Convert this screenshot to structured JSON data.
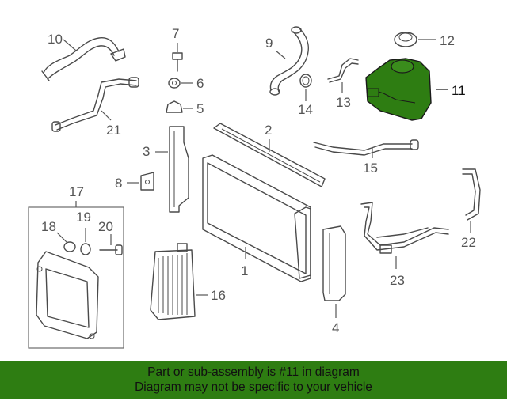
{
  "callouts": {
    "c1": "1",
    "c2": "2",
    "c3": "3",
    "c4": "4",
    "c5": "5",
    "c6": "6",
    "c7": "7",
    "c8": "8",
    "c9": "9",
    "c10": "10",
    "c11": "11",
    "c12": "12",
    "c13": "13",
    "c14": "14",
    "c15": "15",
    "c16": "16",
    "c17": "17",
    "c18": "18",
    "c19": "19",
    "c20": "20",
    "c21": "21",
    "c22": "22",
    "c23": "23"
  },
  "highlight": {
    "part_number": "11",
    "color": "#2e7d12"
  },
  "banner": {
    "line1": "Part or sub-assembly is #11 in diagram",
    "line2": "Diagram may not be specific to your vehicle",
    "background": "#2e7d12"
  }
}
